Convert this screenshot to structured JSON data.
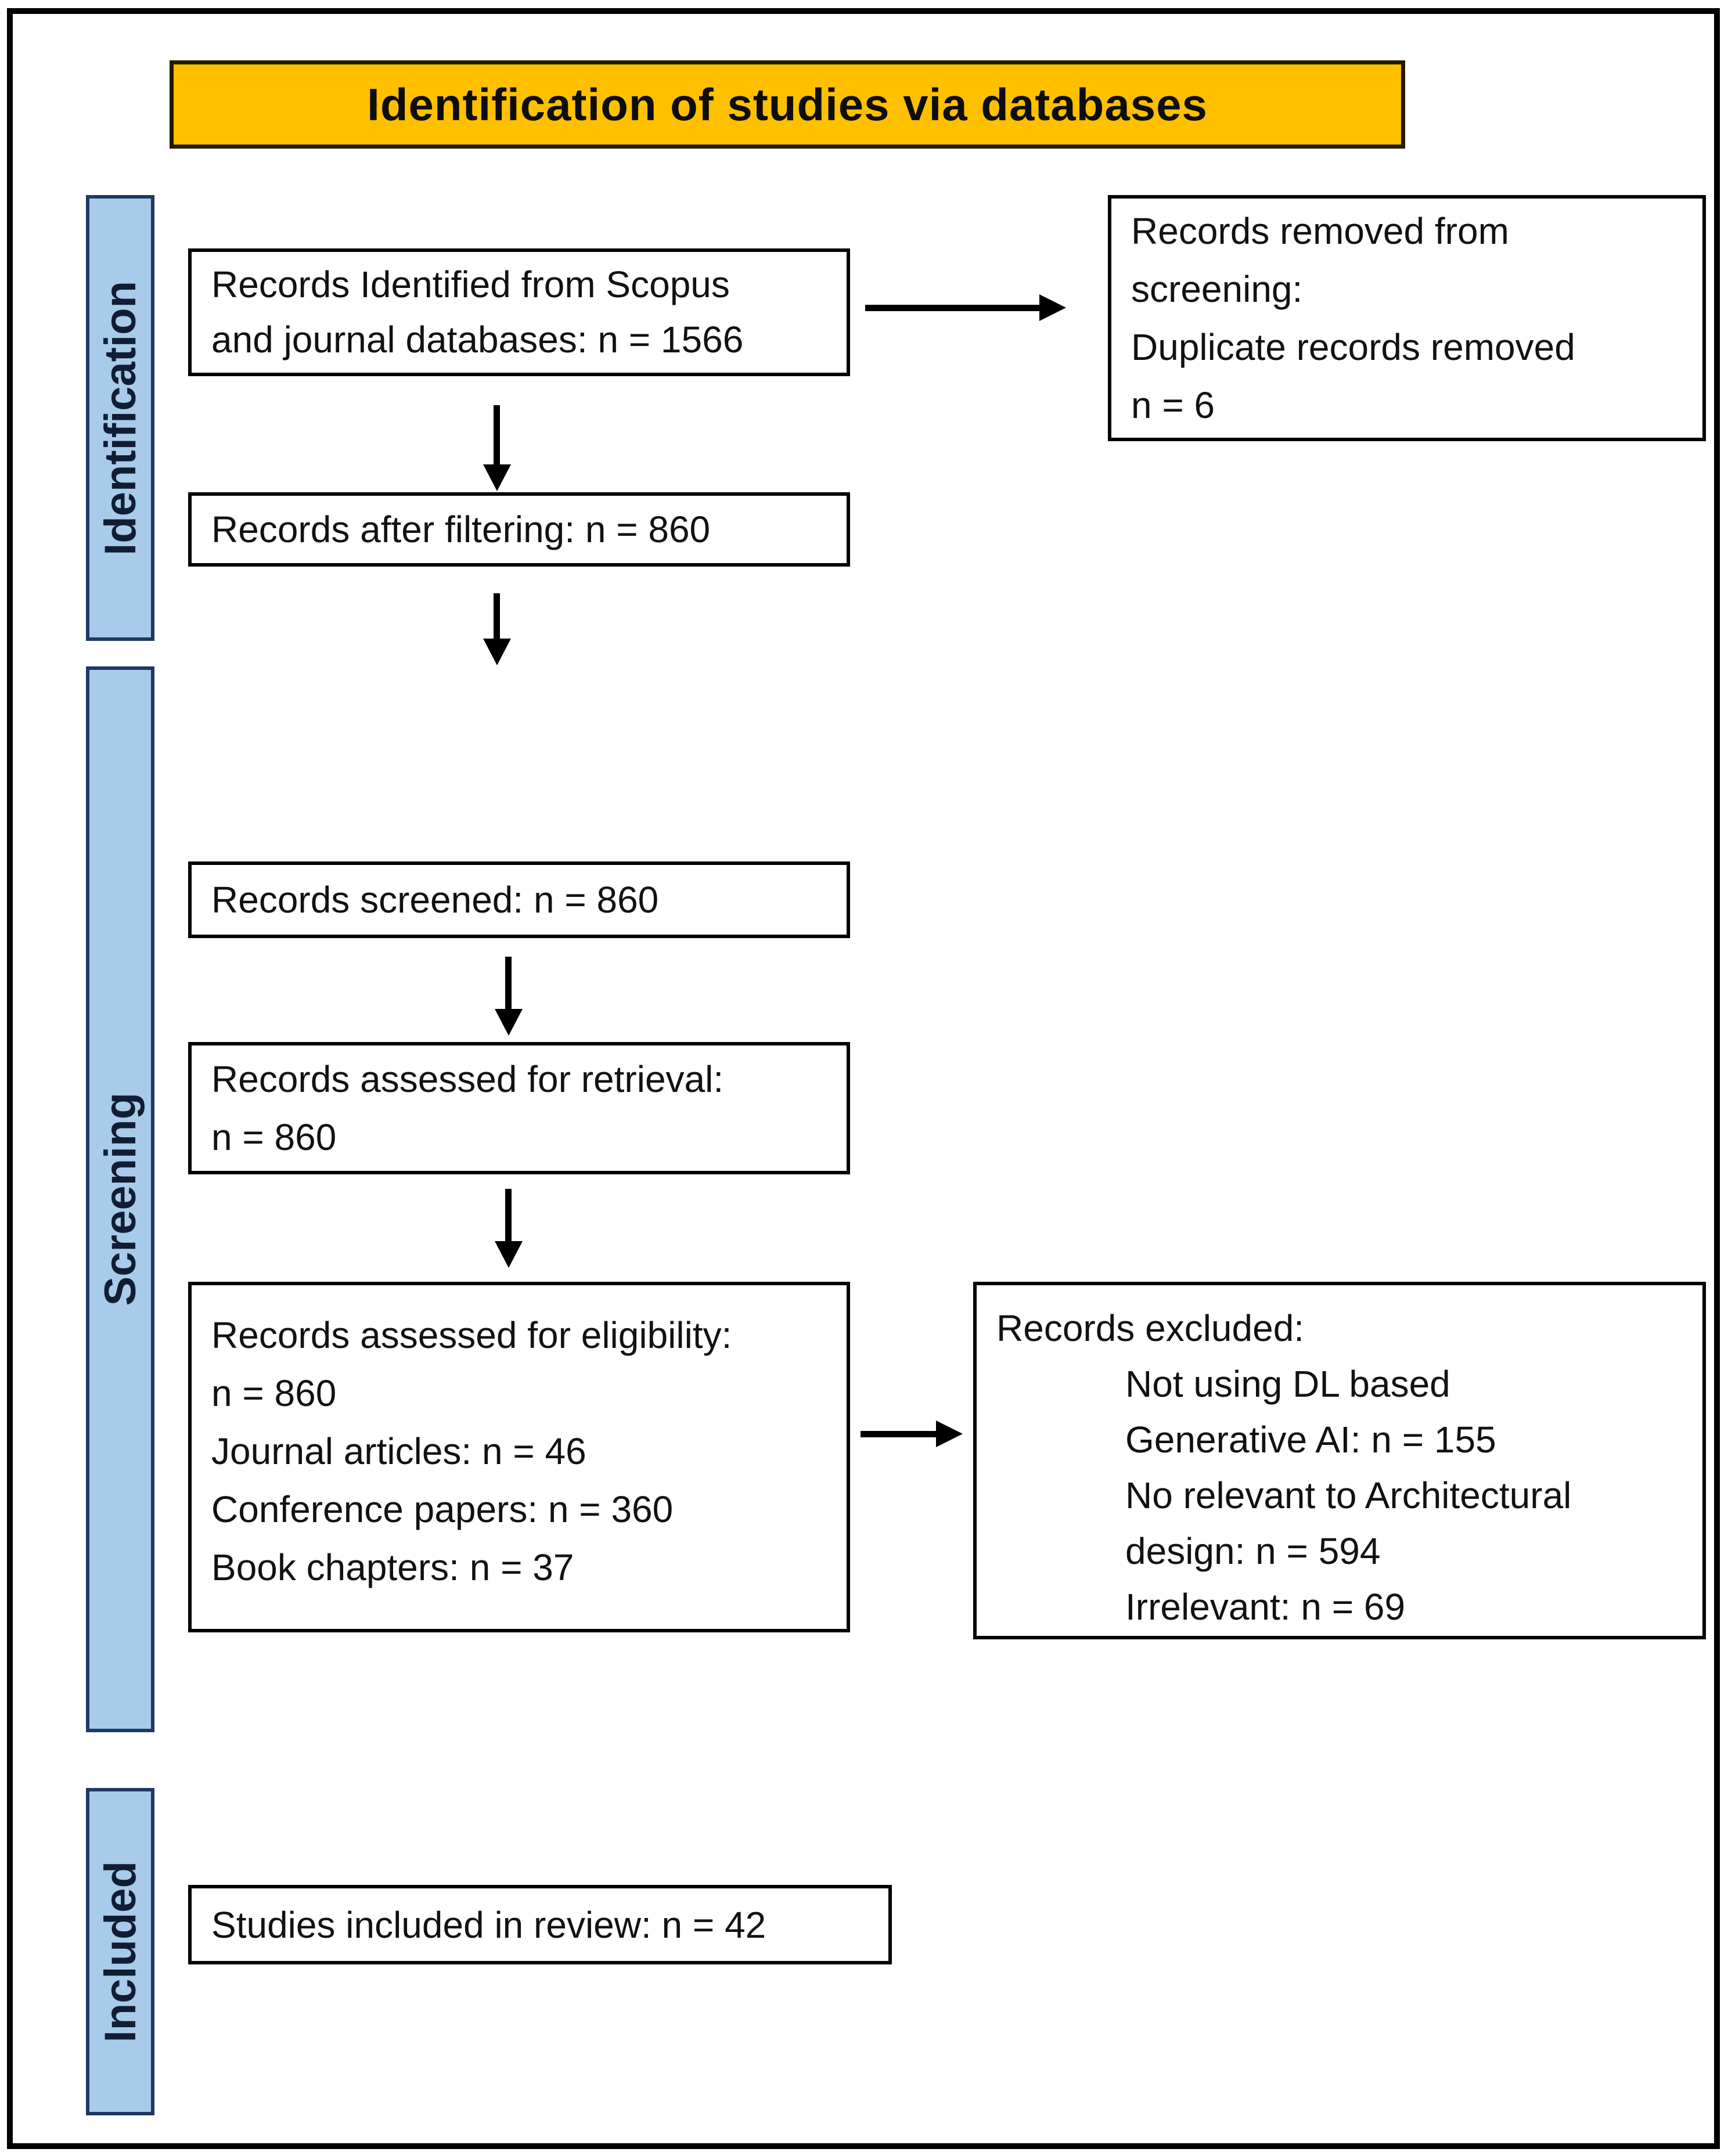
{
  "banner": {
    "title": "Identification of studies via databases"
  },
  "sidebar": {
    "stages": [
      {
        "label": "Identification"
      },
      {
        "label": "Screening"
      },
      {
        "label": "Included"
      }
    ]
  },
  "boxes": {
    "identified": {
      "lines": [
        "Records Identified from Scopus",
        "and journal databases: n = 1566"
      ]
    },
    "removed": {
      "lines": [
        "Records removed from",
        "screening:",
        "Duplicate records removed",
        "n = 6"
      ]
    },
    "filtered": {
      "lines": [
        "Records after filtering: n = 860"
      ]
    },
    "screened": {
      "lines": [
        "Records screened: n = 860"
      ]
    },
    "retrieval": {
      "lines": [
        "Records assessed for retrieval:",
        "n = 860"
      ]
    },
    "eligibility": {
      "lines": [
        "Records assessed for eligibility:",
        "n = 860",
        "Journal articles: n = 46",
        "Conference papers: n = 360",
        "Book chapters: n = 37"
      ]
    },
    "excluded": {
      "lines": [
        "Records excluded:",
        "Not using DL based",
        "Generative AI: n = 155",
        "No relevant to Architectural",
        "design: n = 594",
        "Irrelevant: n = 69"
      ]
    },
    "included": {
      "lines": [
        "Studies included in review: n = 42"
      ]
    }
  },
  "colors": {
    "banner_bg": "#FFC000",
    "banner_border": "#211b00",
    "stage_bg": "#A8CBE9",
    "stage_border": "#203864",
    "box_border": "#000000",
    "arrow": "#000000",
    "outer_frame": "#000000"
  }
}
